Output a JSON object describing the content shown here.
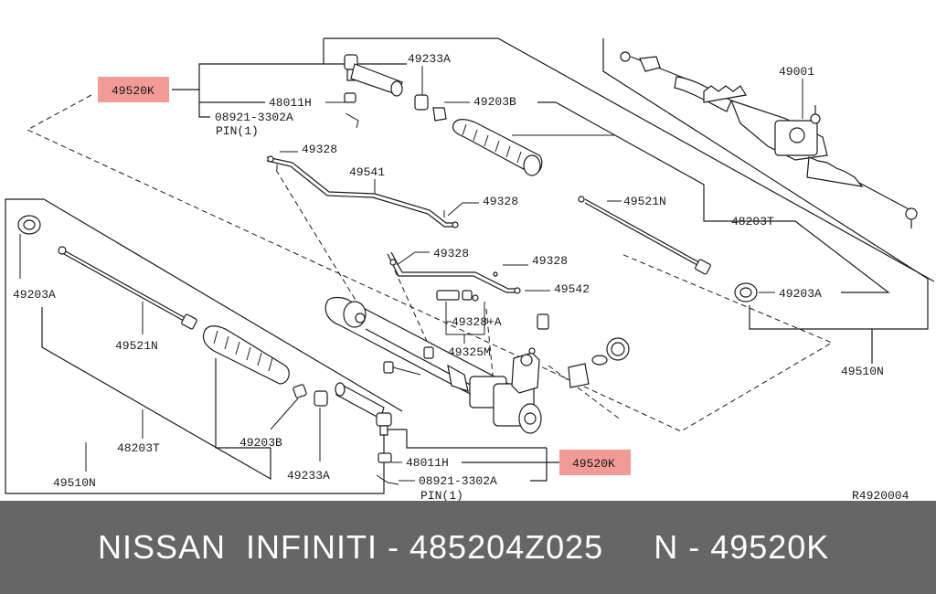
{
  "diagram": {
    "ref_code": "R4920004",
    "labels": {
      "outer_tie_rod_top": "49520K",
      "nut_top": "48011H",
      "cotter_pin_top": "08921-3302A",
      "pin_top": "PIN(1)",
      "lock_nut_top": "49233A",
      "clamp_top": "49203B",
      "tube_a": "49328",
      "tube_assy_a": "49541",
      "tube_b": "49328",
      "inner_socket_right": "49521N",
      "boot_right": "48203T",
      "tube_c": "49328",
      "tube_d": "49328",
      "tube_assy_b": "49542",
      "clamp_right": "49203A",
      "gear_assy": "49001",
      "seal_kit_right": "49510N",
      "oring": "49328+A",
      "valve": "49325M",
      "clamp_left": "49203A",
      "inner_socket_left": "49521N",
      "boot_left": "48203T",
      "clamp_bottom": "49203B",
      "lock_nut_bottom": "49233A",
      "seal_kit_left": "49510N",
      "outer_tie_rod_bottom": "49520K",
      "nut_bottom": "48011H",
      "cotter_pin_bottom": "08921-3302A",
      "pin_bottom": "PIN(1)"
    }
  },
  "footer": {
    "text": "NISSAN  INFINITI - 485204Z025     N - 49520K"
  },
  "colors": {
    "highlight": "#f29a95",
    "footer_bg": "#666666"
  }
}
